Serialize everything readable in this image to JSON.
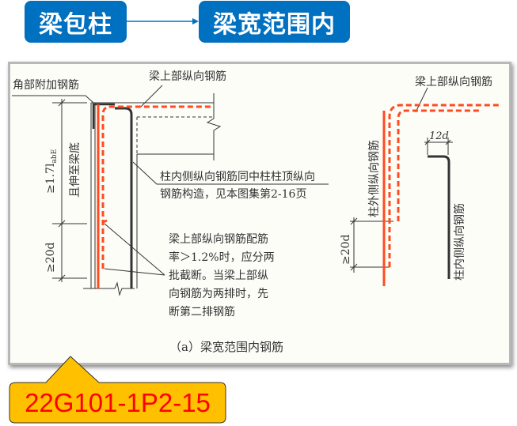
{
  "header": {
    "from_label": "梁包柱",
    "to_label": "梁宽范围内",
    "box_color": "#0070c0"
  },
  "diagram": {
    "corner_bar_label": "角部附加钢筋",
    "beam_top_bar_label_left": "梁上部纵向钢筋",
    "dim_anchor_label": "≥1.7l",
    "dim_anchor_subscript": "abE",
    "dim_anchor_note": "且伸至梁底",
    "dim_20d_left": "≥20d",
    "inner_bar_note_line1": "柱内侧纵向钢筋同中柱柱顶纵向",
    "inner_bar_note_line2": "钢筋构造，见本图集第2-16页",
    "cutoff_note": [
      "梁上部纵向钢筋配筋",
      "率＞1.2%时，应分两",
      "批截断。当梁上部纵",
      "向钢筋为两排时，先",
      "断第二排钢筋"
    ],
    "caption": "（a）梁宽范围内钢筋",
    "beam_top_bar_label_right": "梁上部纵向钢筋",
    "outer_bar_label": "柱外侧纵向钢筋",
    "dim_20d_right": "≥20d",
    "dim_12d": "12d",
    "inner_bar_label": "柱内侧纵向钢筋",
    "rebar_highlight_color": "#ff4b1f"
  },
  "callout": {
    "text": "22G101-1P2-15",
    "bg_color": "#ffc000",
    "text_color": "#ff0000"
  }
}
